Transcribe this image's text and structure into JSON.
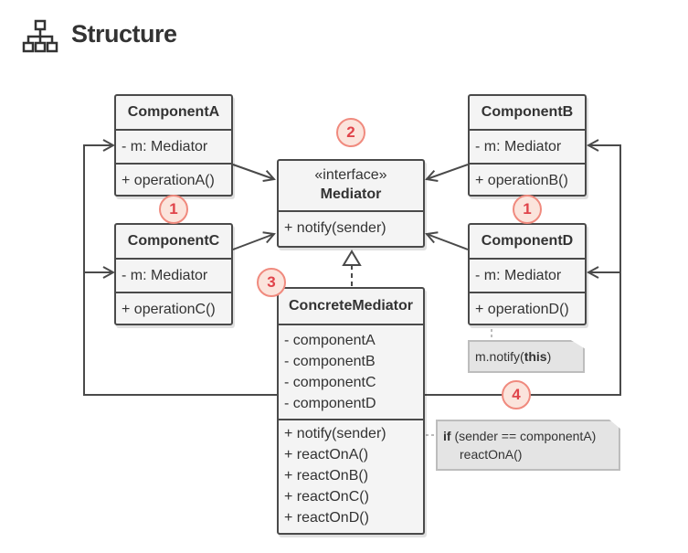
{
  "title": "Structure",
  "icon": "hierarchy-icon",
  "colors": {
    "box_fill": "#f4f4f4",
    "border": "#4a4a4a",
    "badge_fill": "#fbe4dc",
    "badge_stroke": "#f08a7e",
    "badge_text": "#e0434a",
    "note_fill": "#e4e4e4"
  },
  "classes": {
    "componentA": {
      "name": "ComponentA",
      "fields": [
        "- m: Mediator"
      ],
      "methods": [
        "+ operationA()"
      ]
    },
    "componentB": {
      "name": "ComponentB",
      "fields": [
        "- m: Mediator"
      ],
      "methods": [
        "+ operationB()"
      ]
    },
    "componentC": {
      "name": "ComponentC",
      "fields": [
        "- m: Mediator"
      ],
      "methods": [
        "+ operationC()"
      ]
    },
    "componentD": {
      "name": "ComponentD",
      "fields": [
        "- m: Mediator"
      ],
      "methods": [
        "+ operationD()"
      ]
    },
    "mediator": {
      "stereotype": "«interface»",
      "name": "Mediator",
      "methods": [
        "+ notify(sender)"
      ]
    },
    "concrete": {
      "name": "ConcreteMediator",
      "fields": [
        "- componentA",
        "- componentB",
        "- componentC",
        "- componentD"
      ],
      "methods": [
        "+ notify(sender)",
        "+ reactOnA()",
        "+ reactOnB()",
        "+ reactOnC()",
        "+ reactOnD()"
      ]
    }
  },
  "notes": {
    "notifyCall": {
      "prefix": "m.notify(",
      "keyword": "this",
      "suffix": ")"
    },
    "notifyImpl": {
      "keyword": "if",
      "cond": " (sender == componentA)",
      "line2": "reactOnA()"
    }
  },
  "badges": {
    "b1a": "1",
    "b1b": "1",
    "b2": "2",
    "b3": "3",
    "b4": "4"
  }
}
